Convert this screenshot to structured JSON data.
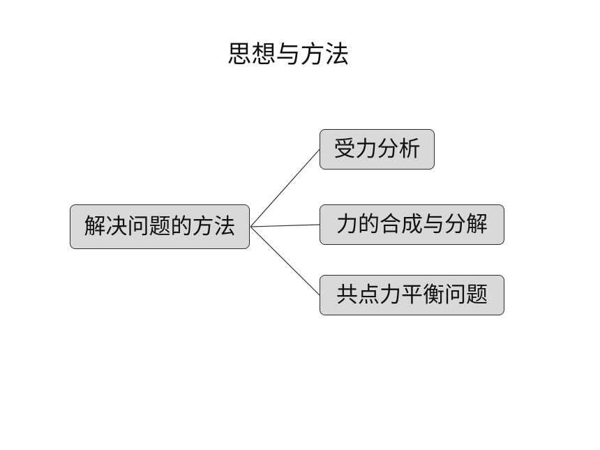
{
  "diagram": {
    "title": "思想与方法",
    "root": {
      "label": "解决问题的方法"
    },
    "children": [
      {
        "label": "受力分析"
      },
      {
        "label": "力的合成与分解"
      },
      {
        "label": "共点力平衡问题"
      }
    ],
    "colors": {
      "node_fill": "#d9d9d9",
      "node_border": "#2b2b2b",
      "connector": "#333333"
    }
  }
}
